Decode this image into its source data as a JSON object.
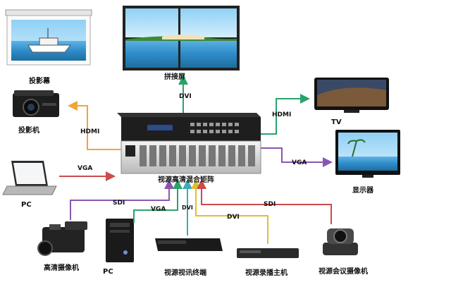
{
  "devices": {
    "screen": "投影幕",
    "video_wall": "拼接屏",
    "projector": "投影机",
    "tv": "TV",
    "matrix": "视源高清混合矩阵",
    "pc_left": "PC",
    "monitor": "显示器",
    "hd_camera": "高清摄像机",
    "pc_tower": "PC",
    "video_terminal": "视源视讯终端",
    "recorder": "视源录播主机",
    "conf_camera": "视源会议摄像机"
  },
  "connections": {
    "wall_dvi": "DVI",
    "tv_hdmi": "HDMI",
    "projector_hdmi": "HDMI",
    "pc_vga": "VGA",
    "monitor_vga": "VGA",
    "camera_sdi": "SDI",
    "tower_vga": "VGA",
    "terminal_dvi": "DVI",
    "recorder_dvi": "DVI",
    "conf_sdi": "SDI"
  },
  "colors": {
    "green": "#2aa36b",
    "orange": "#f2a533",
    "purple": "#8a55b3",
    "yellow": "#f3d348",
    "red": "#cc4b4b",
    "teal": "#3fa9b7"
  }
}
